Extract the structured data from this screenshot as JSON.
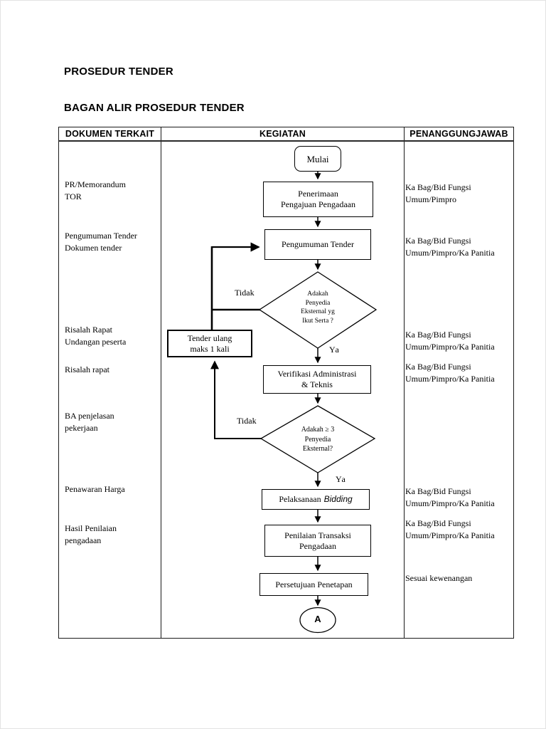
{
  "titles": {
    "main": "PROSEDUR TENDER",
    "sub": "BAGAN ALIR PROSEDUR TENDER"
  },
  "table": {
    "headers": [
      "DOKUMEN TERKAIT",
      "KEGIATAN",
      "PENANGGUNGJAWAB"
    ]
  },
  "documents_column": [
    "PR/Memorandum\nTOR",
    "Pengumuman Tender\nDokumen tender",
    "Risalah Rapat\nUndangan peserta",
    "Risalah rapat",
    "BA penjelasan\npekerjaan",
    "Penawaran Harga",
    "Hasil Penilaian\npengadaan"
  ],
  "responsible_column": [
    "Ka Bag/Bid Fungsi\nUmum/Pimpro",
    "Ka Bag/Bid Fungsi\nUmum/Pimpro/Ka Panitia",
    "Ka Bag/Bid Fungsi\nUmum/Pimpro/Ka Panitia",
    "Ka Bag/Bid Fungsi\nUmum/Pimpro/Ka Panitia",
    "Ka Bag/Bid Fungsi\nUmum/Pimpro/Ka Panitia",
    "Ka Bag/Bid Fungsi\nUmum/Pimpro/Ka Panitia",
    "Sesuai kewenangan"
  ],
  "flowchart": {
    "start": "Mulai",
    "step1": "Penerimaan\nPengajuan Pengadaan",
    "step2": "Pengumuman Tender",
    "decision1": "Adakah\nPenyedia\nEksternal yg\nIkut Serta ?",
    "tender_ulang": "Tender ulang\nmaks 1 kali",
    "step3": "Verifikasi Administrasi\n& Teknis",
    "decision2": "Adakah ≥ 3\nPenyedia\nEksternal?",
    "step4_normal": "Pelaksanaan",
    "step4_italic": "Bidding",
    "step5": "Penilaian Transaksi\nPengadaan",
    "step6": "Persetujuan Penetapan",
    "connector": "A",
    "label_no": "Tidak",
    "label_yes": "Ya"
  },
  "colors": {
    "line": "#000000",
    "background": "#ffffff"
  }
}
